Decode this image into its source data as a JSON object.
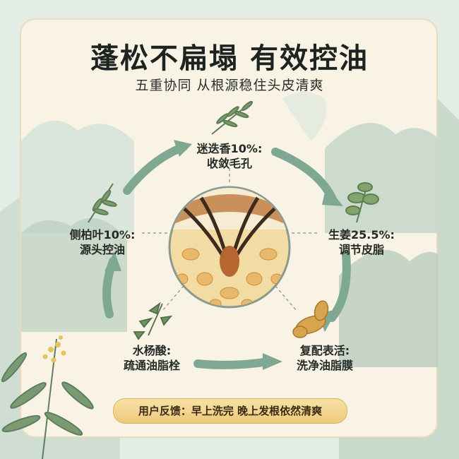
{
  "title": "蓬松不扁塌 有效控油",
  "subtitle": "五重协同 从根源稳住头皮清爽",
  "ingredients": [
    {
      "name": "迷迭香10%:",
      "effect": "收敛毛孔",
      "icon": "rosemary-icon"
    },
    {
      "name": "生姜25.5%:",
      "effect": "调节皮脂",
      "icon": "ginger-leaf-icon"
    },
    {
      "name": "复配表活:",
      "effect": "洗净油脂膜",
      "icon": "ginger-root-icon"
    },
    {
      "name": "水杨酸:",
      "effect": "疏通油脂栓",
      "icon": "willow-leaf-icon"
    },
    {
      "name": "侧柏叶10%:",
      "effect": "源头控油",
      "icon": "arborvitae-icon"
    }
  ],
  "feedback": "用户反馈：早上洗完 晚上发根依然清爽",
  "colors": {
    "accent_green": "#6f9c85",
    "panel": "#f8f3e4",
    "mountain": "#a9c4b3",
    "badge_gold": "#edc97a"
  }
}
